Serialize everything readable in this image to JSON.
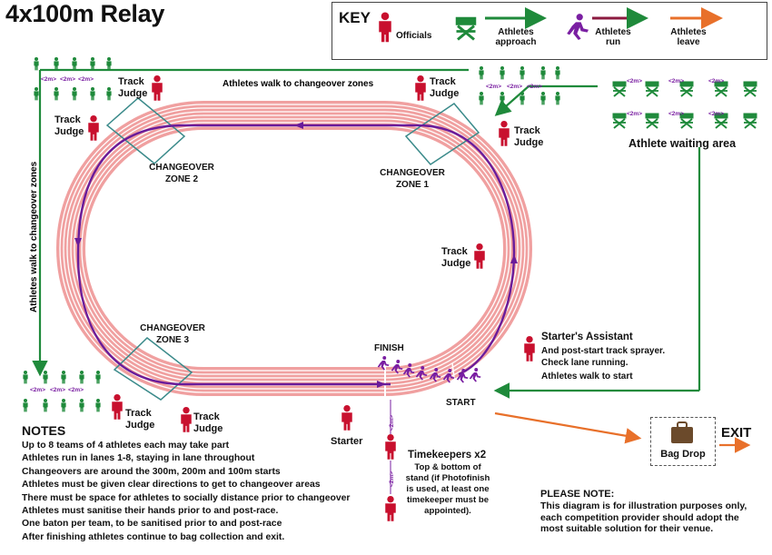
{
  "title": "4x100m Relay",
  "key": {
    "title": "KEY",
    "officials": "Officials",
    "approach": "Athletes approach",
    "run": "Athletes run",
    "leave": "Athletes leave"
  },
  "labels": {
    "walk_top": "Athletes walk to changeover zones",
    "walk_side": "Athletes walk to changeover zones",
    "waiting_area": "Athlete waiting area",
    "track_judge": "Track Judge",
    "zone1": "CHANGEOVER ZONE 1",
    "zone2": "CHANGEOVER ZONE 2",
    "zone3": "CHANGEOVER ZONE 3",
    "finish": "FINISH",
    "start": "START",
    "starter": "Starter",
    "starters_assistant": "Starter's Assistant",
    "assistant_note1": "And post-start track sprayer.",
    "assistant_note2": "Check lane running.",
    "walk_start": "Athletes walk to start",
    "timekeepers_title": "Timekeepers x2",
    "timekeepers_text": [
      "Top & bottom of",
      "stand (if Photofinish",
      "is used, at least one",
      "timekeeper must be",
      "appointed)."
    ],
    "distance_2m": "<2m>",
    "bag_drop": "Bag Drop",
    "exit": "EXIT"
  },
  "notes": {
    "heading": "NOTES",
    "items": [
      "Up to 8 teams of 4 athletes each may take part",
      "Athletes run in lanes 1-8, staying in lane throughout",
      "Changeovers are around the 300m, 200m and 100m starts",
      "Athletes must be given clear directions to get to changeover areas",
      "There must be space for athletes to socially distance prior to changeover",
      "Athletes must sanitise their hands prior to and post-race.",
      "One baton per team, to be sanitised prior to and post-race",
      "After finishing athletes continue to bag collection and exit."
    ]
  },
  "please_note": {
    "heading": "PLEASE NOTE:",
    "lines": [
      "This diagram is for illustration purposes only,",
      "each competition provider should adopt the",
      "most suitable solution for their venue."
    ]
  },
  "colors": {
    "officials": "#c8102e",
    "approach": "#1f8a3b",
    "run": "#8b1a3f",
    "run_icon": "#7a1fa2",
    "leave": "#e8702a",
    "track": "#f0a0a0",
    "lane": "#ffffff",
    "run_path": "#6a1b9a",
    "bag": "#6b4a2b"
  },
  "icons": [
    "official-icon",
    "athlete-icon",
    "chair-icon",
    "runner-icon",
    "bag-icon"
  ]
}
